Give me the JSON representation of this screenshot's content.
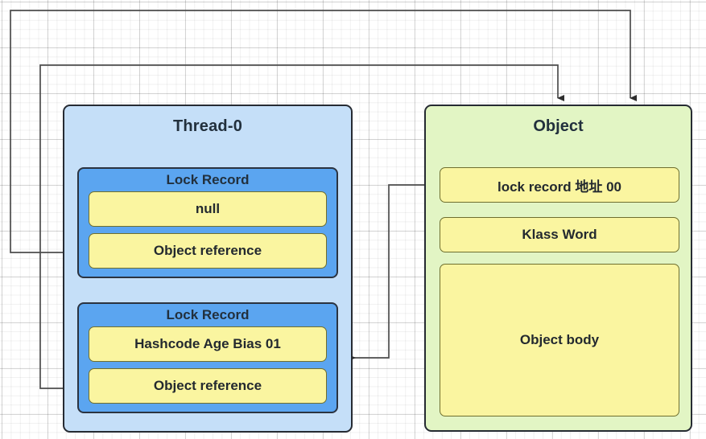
{
  "diagram": {
    "title": "Java biased-lock object / lock record relationship",
    "colors": {
      "thread_box_fill": "#c5dff8",
      "lock_record_fill": "#5ba5f0",
      "slot_fill": "#faf5a0",
      "object_box_fill": "#e2f5c4",
      "border": "#262b33",
      "connector": "#4d4d4d"
    },
    "thread": {
      "title": "Thread-0",
      "lock_records": [
        {
          "title": "Lock Record",
          "slots": [
            {
              "label": "null"
            },
            {
              "label": "Object reference"
            }
          ]
        },
        {
          "title": "Lock Record",
          "slots": [
            {
              "label": "Hashcode Age Bias 01"
            },
            {
              "label": "Object reference"
            }
          ]
        }
      ]
    },
    "object": {
      "title": "Object",
      "slots": [
        {
          "label": "lock record 地址 00"
        },
        {
          "label": "Klass Word"
        },
        {
          "label": "Object body"
        }
      ]
    },
    "connectors": [
      {
        "name": "object-reference-1-to-object",
        "from": "Object reference (Lock Record 1)",
        "to": "Object",
        "arrow": "down"
      },
      {
        "name": "object-reference-2-to-object",
        "from": "Object reference (Lock Record 2)",
        "to": "Object",
        "arrow": "down"
      },
      {
        "name": "lock-record-address-to-lock-record-2",
        "from": "lock record 地址 00",
        "to": "Lock Record 2",
        "arrow": "left"
      }
    ]
  }
}
